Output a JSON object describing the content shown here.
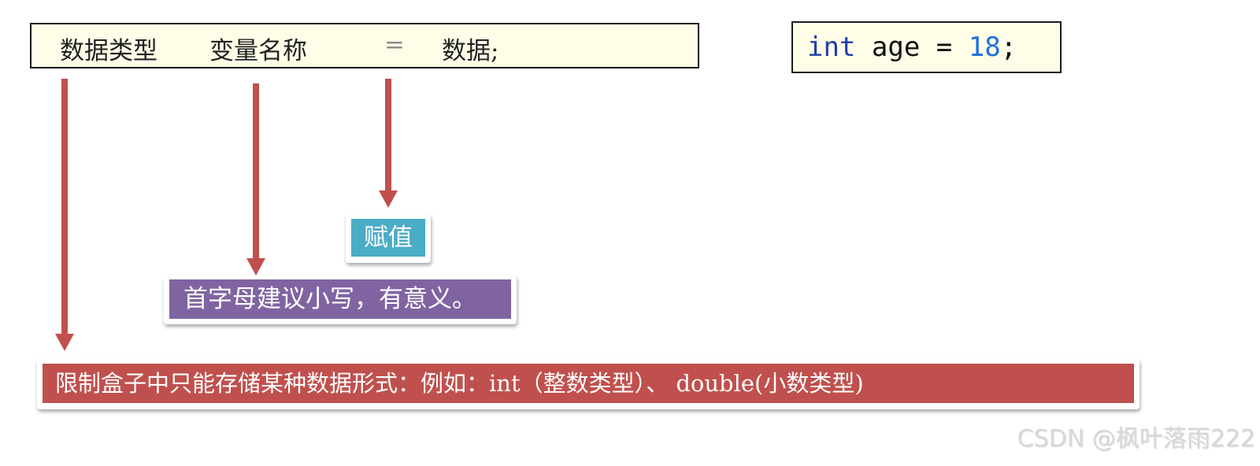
{
  "syntax": {
    "data_type": "数据类型",
    "variable_name": "变量名称",
    "equals": "=",
    "data": "数据;"
  },
  "example": {
    "keyword": "int",
    "name": " age = ",
    "value": "18",
    "terminator": ";"
  },
  "labels": {
    "assignment": "赋值",
    "naming_rule": "首字母建议小写，有意义。",
    "type_rule": "限制盒子中只能存储某种数据形式：例如：int（整数类型）、 double(小数类型)"
  },
  "colors": {
    "arrow": "#c0504d",
    "assignment_bg": "#4bacc6",
    "naming_bg": "#8064a2",
    "type_bg": "#c0504d",
    "syntax_bg": "#fffde8",
    "keyword": "#1f3ea8",
    "number": "#1f6fe0"
  },
  "watermark": "CSDN @枫叶落雨222"
}
